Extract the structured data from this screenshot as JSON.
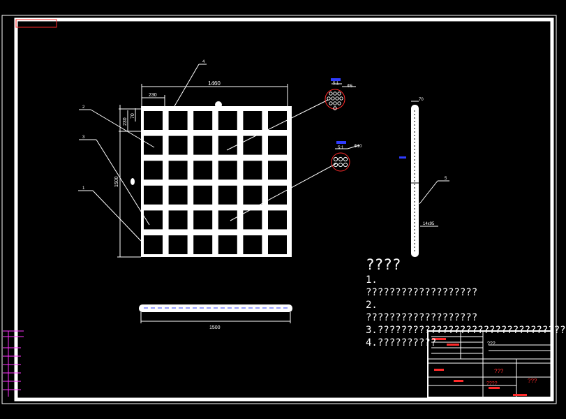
{
  "drawing": {
    "frame_tag": "",
    "dimensions": {
      "top_width": "1460",
      "cell_pitch": "230",
      "cell_pitch_left": "230",
      "bar_thickness": "70",
      "overall_height": "1500",
      "bottom_width": "1500",
      "side_top": "70",
      "side_spacing": "14x95"
    },
    "leaders": {
      "label_1": "1",
      "label_2": "2",
      "label_3": "3",
      "label_4": "4",
      "label_5": "5"
    },
    "detail_a": {
      "scale": "5:1",
      "dim": "Φ5"
    },
    "detail_b": {
      "scale": "5:1",
      "dim": "Φ10"
    },
    "notes": {
      "heading": "????",
      "line1": "1.",
      "line2": "???????????????????",
      "line3": "2.",
      "line4": "???????????????????",
      "line5": "3.????????????????????????????????",
      "line6": "4.??????????"
    },
    "title_block": {
      "name": "???",
      "code": "???",
      "scale_label": "????",
      "material": "???"
    },
    "colors": {
      "frame": "#ffffff",
      "dimension": "#ffffff",
      "accent_blue": "#2f3cff",
      "accent_red": "#ff2a2a",
      "accent_magenta": "#ff33ff",
      "accent_yellow": "#ffff00"
    }
  }
}
